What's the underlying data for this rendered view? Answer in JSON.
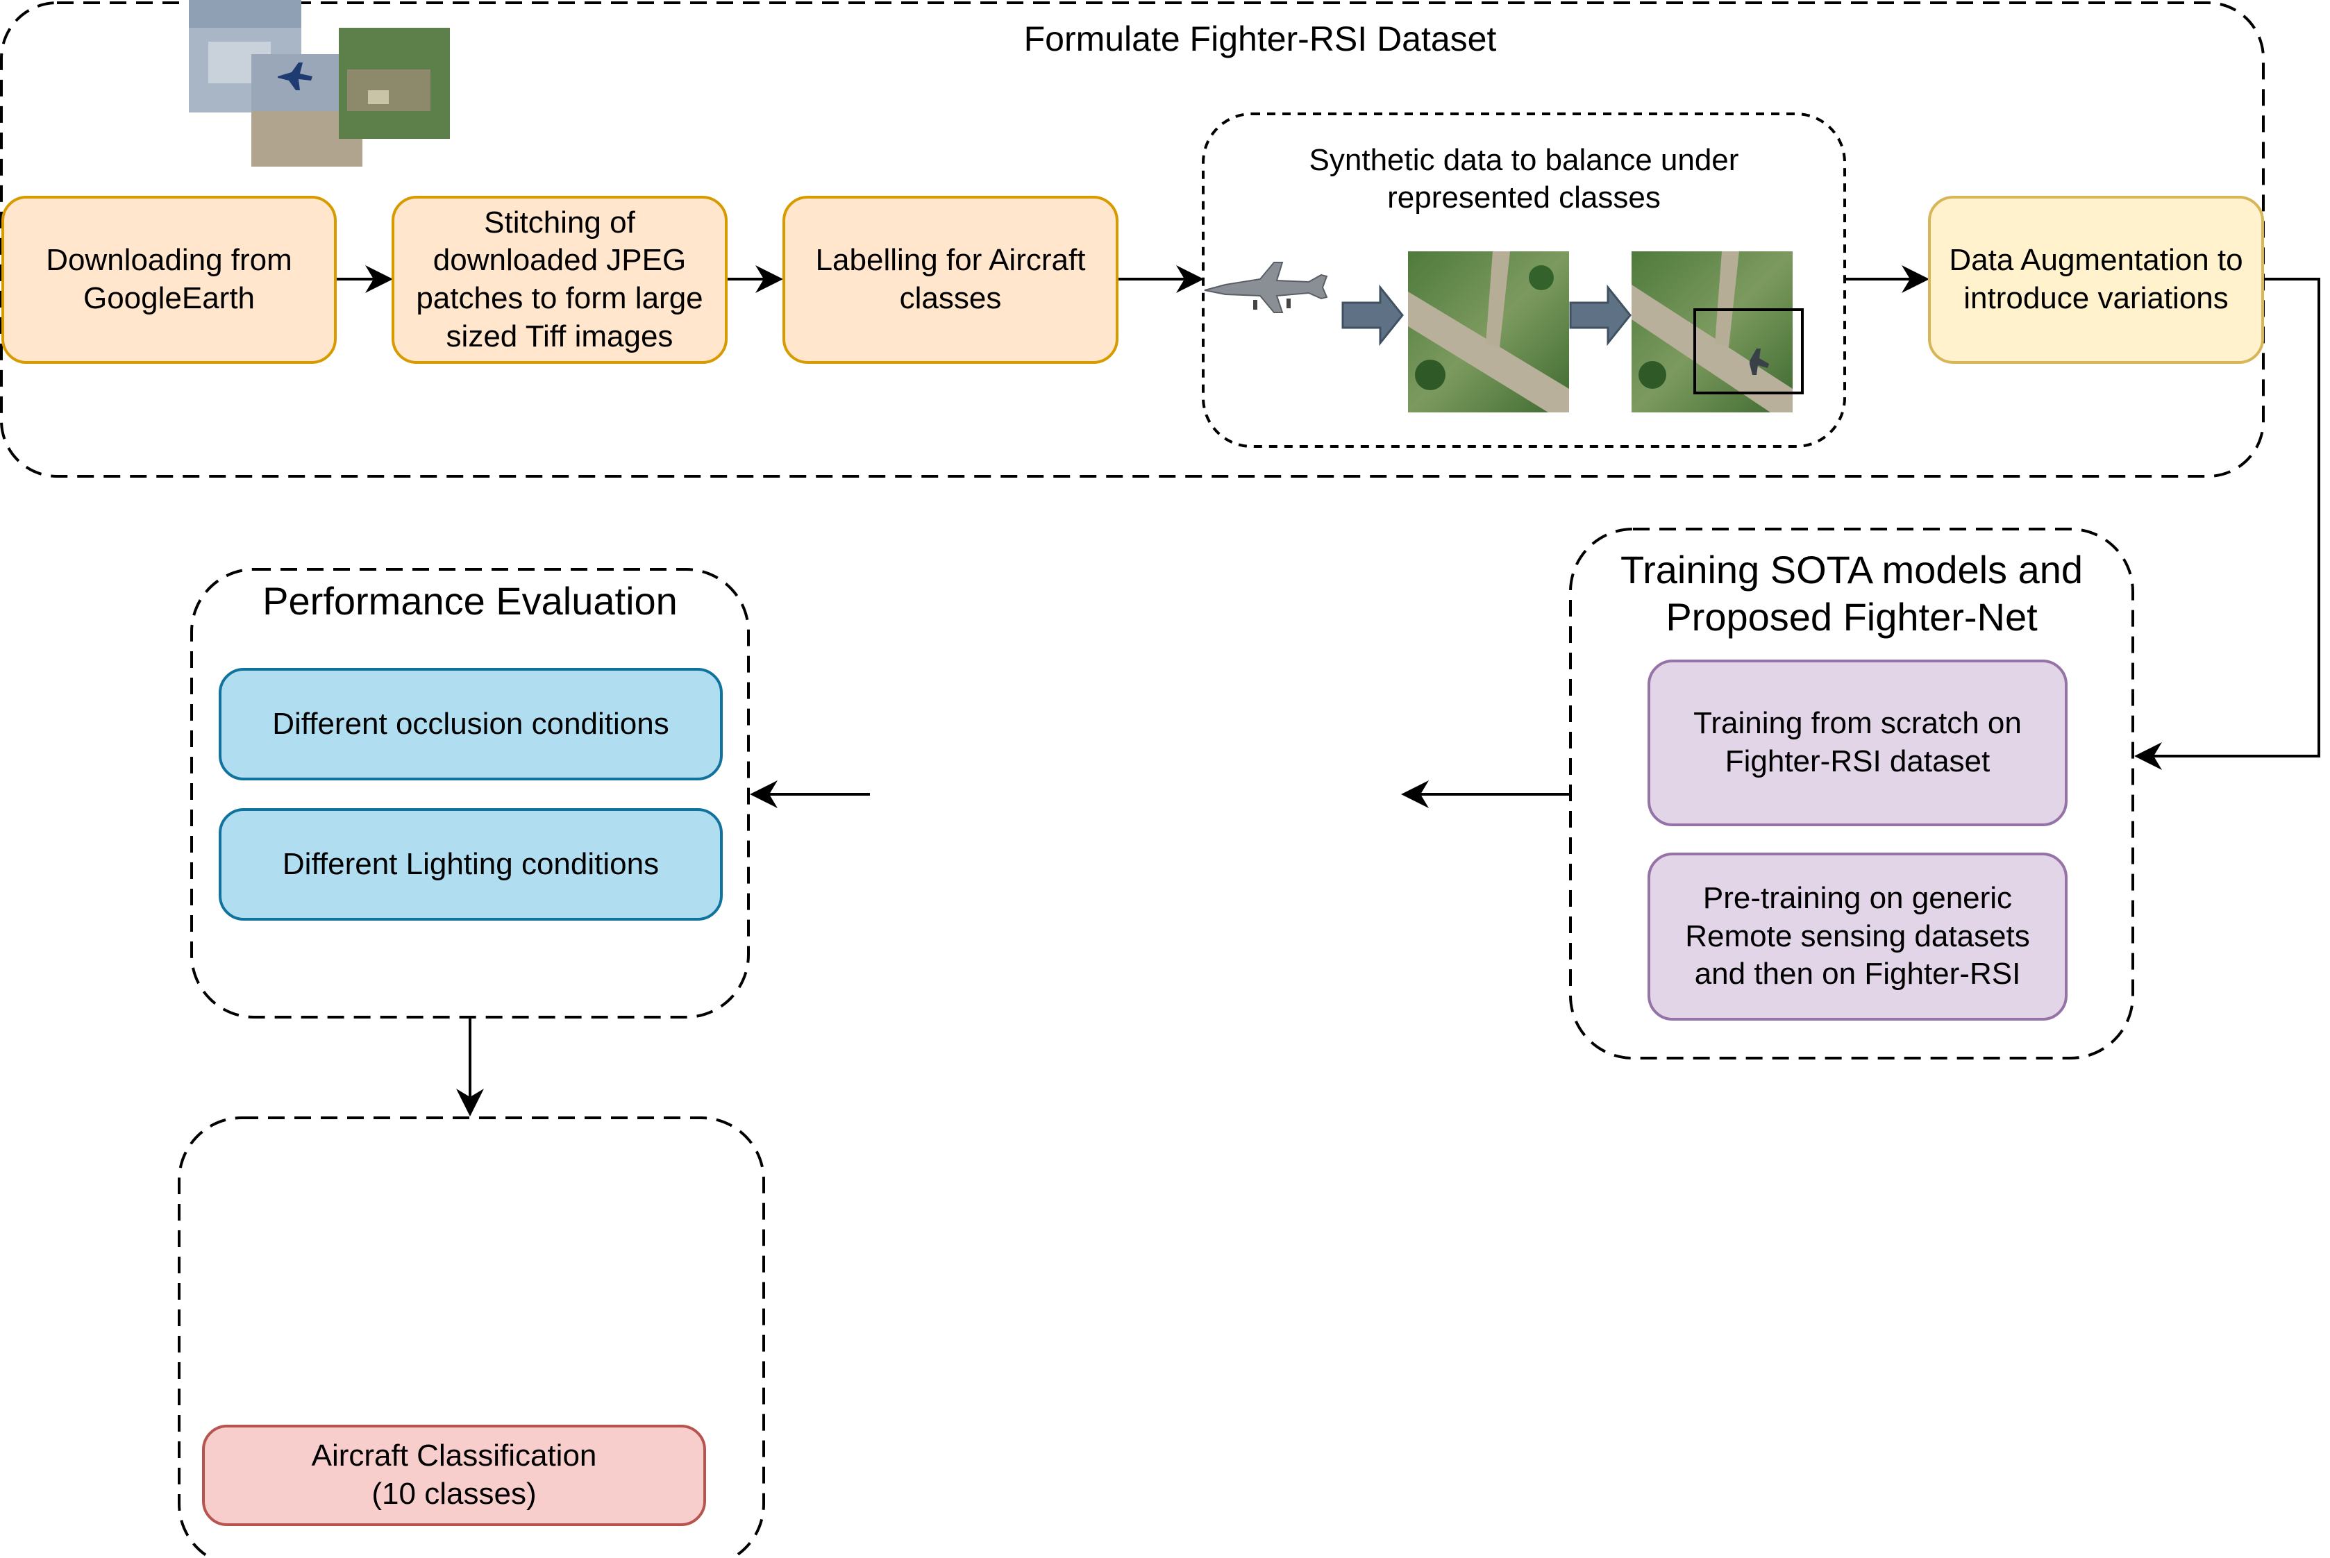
{
  "title": "Formulate  Fighter-RSI Dataset",
  "steps": {
    "download": "Downloading from\nGoogleEarth",
    "stitch": "Stitching of\ndownloaded JPEG\npatches to form large\nsized Tiff images",
    "label": "Labelling for Aircraft\nclasses",
    "augment": "Data Augmentation to\nintroduce variations"
  },
  "synthetic": {
    "title": "Synthetic data to balance under\nrepresented classes"
  },
  "training": {
    "title": "Training SOTA models and\nProposed Fighter-Net",
    "scratch": "Training from scratch on\nFighter-RSI dataset",
    "pretrain": "Pre-training on generic\nRemote sensing datasets\nand then on Fighter-RSI"
  },
  "evaluation": {
    "title": "Performance Evaluation",
    "occlusion": "Different occlusion conditions",
    "lighting": "Different Lighting conditions"
  },
  "result": {
    "classification": "Aircraft Classification\n(10 classes)"
  },
  "colors": {
    "orange_fill": "#ffe6cc",
    "orange_stroke": "#d79b00",
    "yellow_fill": "#fff2cc",
    "yellow_stroke": "#d6b656",
    "purple_fill": "#e1d5e7",
    "purple_stroke": "#9673a6",
    "blue_fill": "#b1ddf0",
    "blue_stroke": "#10739e",
    "red_fill": "#f8cecc",
    "red_stroke": "#b85450"
  },
  "icons": [
    "satellite-thumbnail-images",
    "fighter-jet-icon",
    "grey-block-arrow-icon",
    "aerial-runway-image",
    "aerial-runway-with-jet-image"
  ]
}
